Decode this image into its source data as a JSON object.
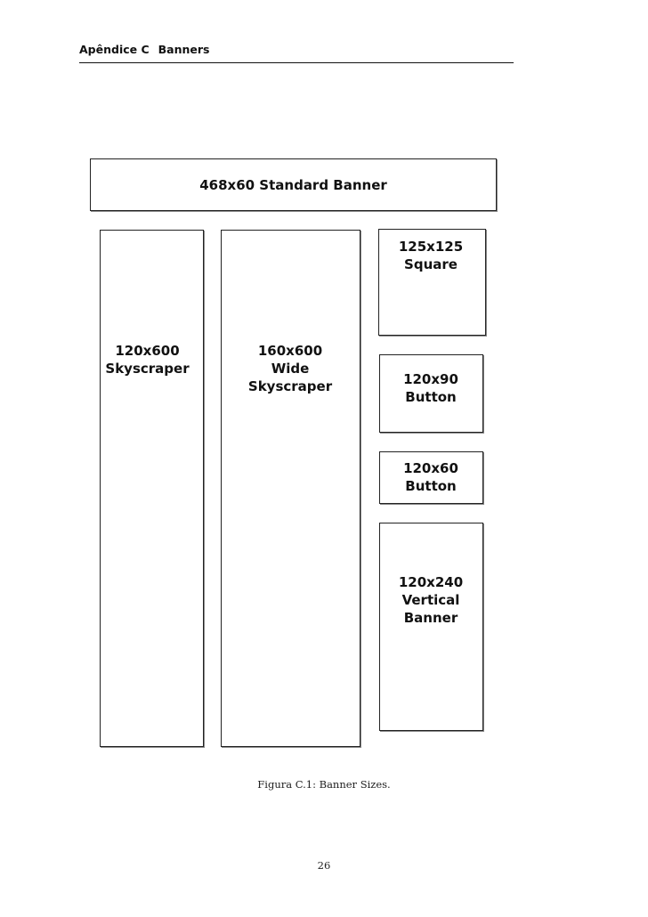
{
  "header": {
    "chapter": "Apêndice C",
    "title": "Banners"
  },
  "banners": {
    "standard": {
      "lines": [
        "468x60 Standard Banner"
      ]
    },
    "skyscraper": {
      "lines": [
        "120x600",
        "Skyscraper"
      ]
    },
    "wide_skyscraper": {
      "lines": [
        "160x600",
        "Wide Skyscraper"
      ]
    },
    "square": {
      "lines": [
        "125x125",
        "Square"
      ]
    },
    "button_90": {
      "lines": [
        "120x90",
        "Button"
      ]
    },
    "button_60": {
      "lines": [
        "120x60",
        "Button"
      ]
    },
    "vertical": {
      "lines": [
        "120x240",
        "Vertical",
        "Banner"
      ]
    }
  },
  "caption": "Figura C.1: Banner Sizes.",
  "page_number": "26"
}
